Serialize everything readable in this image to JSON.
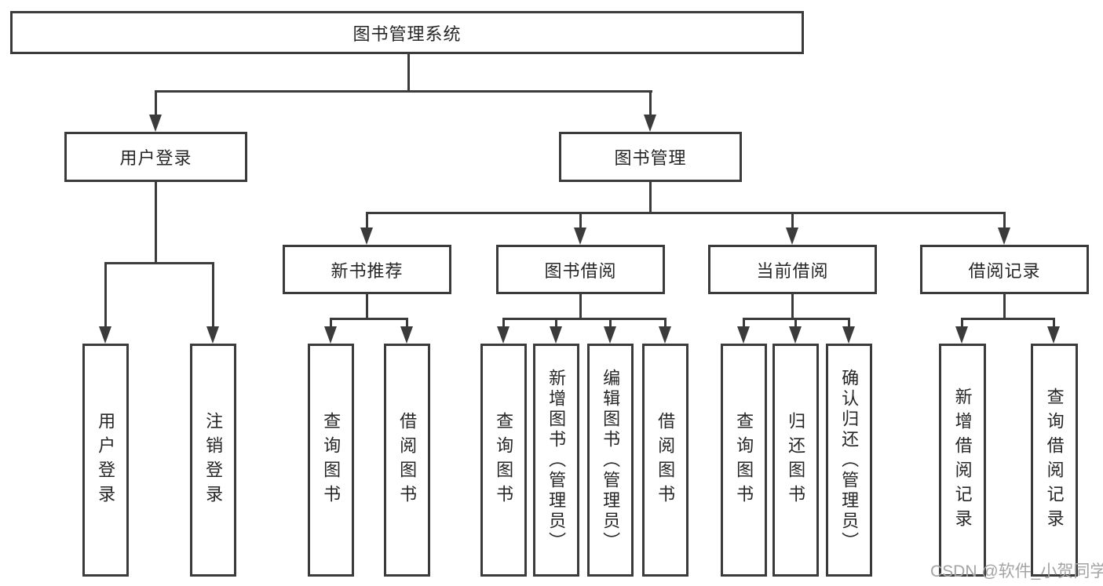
{
  "title": "图书管理系统",
  "tree": {
    "root": "图书管理系统",
    "branches": [
      {
        "label": "用户登录",
        "children": [
          "用户登录",
          "注销登录"
        ]
      },
      {
        "label": "图书管理",
        "groups": [
          {
            "label": "新书推荐",
            "children": [
              "查询图书",
              "借阅图书"
            ]
          },
          {
            "label": "图书借阅",
            "children": [
              "查询图书",
              "新增图书（管理员）",
              "编辑图书（管理员）",
              "借阅图书"
            ]
          },
          {
            "label": "当前借阅",
            "children": [
              "查询图书",
              "归还图书",
              "确认归还（管理员）"
            ]
          },
          {
            "label": "借阅记录",
            "children": [
              "新增借阅记录",
              "查询借阅记录"
            ]
          }
        ]
      }
    ]
  },
  "watermark": "CSDN @软件_小贺同学",
  "colors": {
    "line": "#3b3b3b",
    "text": "#262626",
    "watermark": "#a4a4a4",
    "background": "#ffffff"
  }
}
